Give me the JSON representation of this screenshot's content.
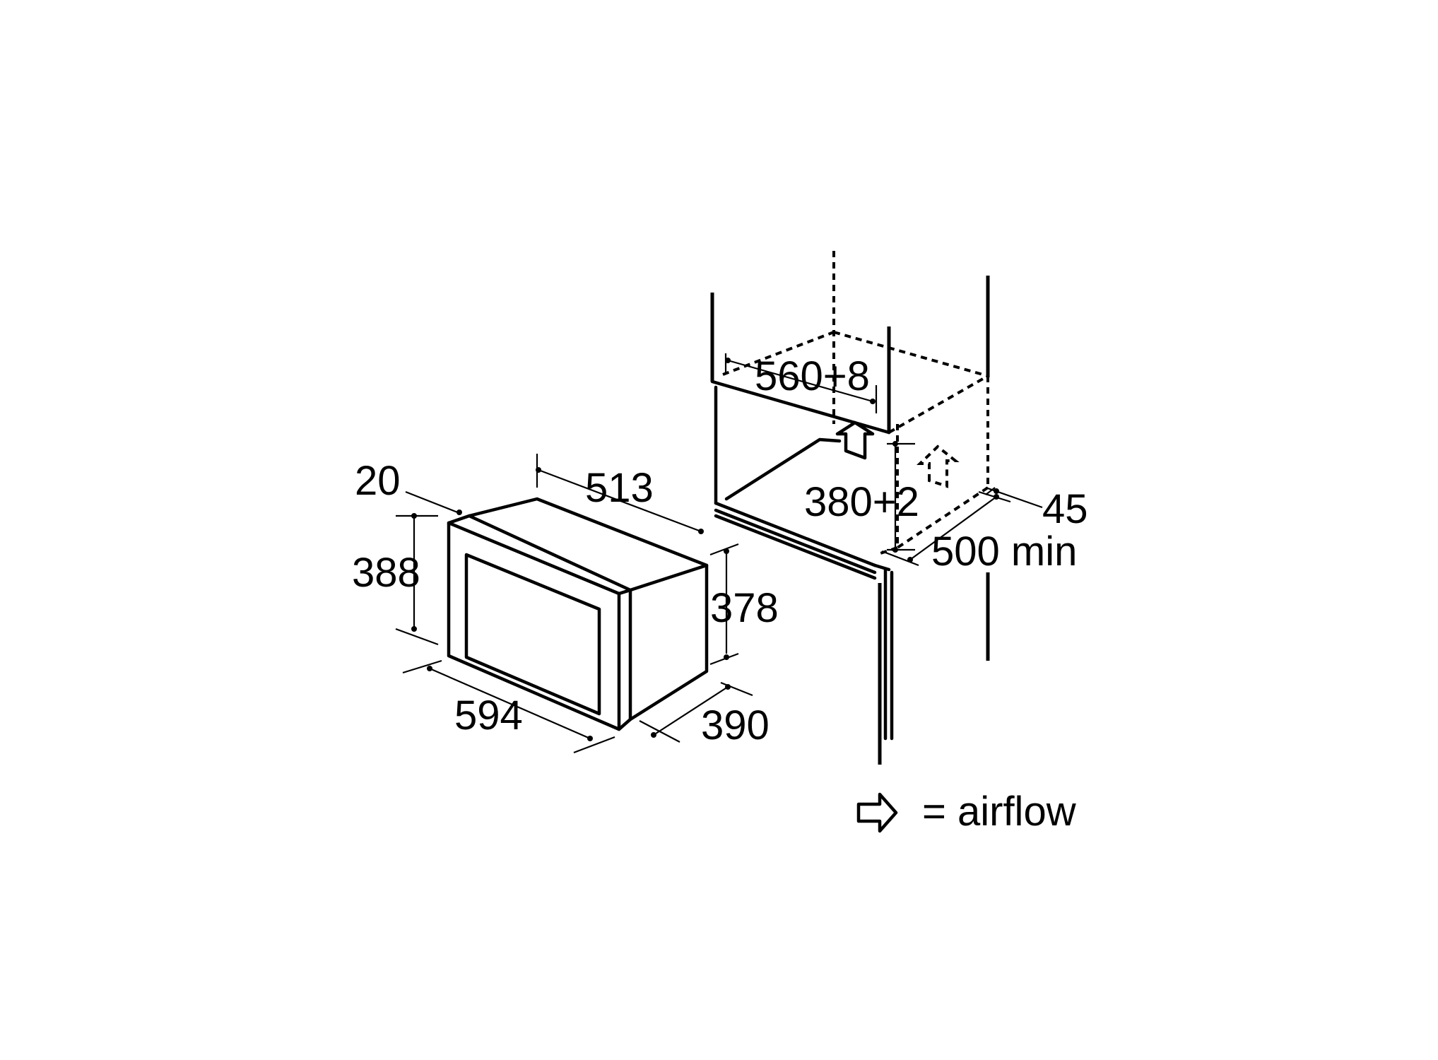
{
  "diagram": {
    "dimensions": {
      "panel_depth": "20",
      "appliance_depth": "513",
      "panel_height": "388",
      "body_height": "378",
      "panel_width": "594",
      "body_width": "390",
      "niche_width": "560+8",
      "niche_height": "380+2",
      "back_gap": "45",
      "niche_depth": "500 min"
    },
    "legend": {
      "label": "= airflow",
      "icon": "airflow-arrow-icon"
    },
    "colors": {
      "line": "#000000",
      "background": "#ffffff"
    }
  }
}
